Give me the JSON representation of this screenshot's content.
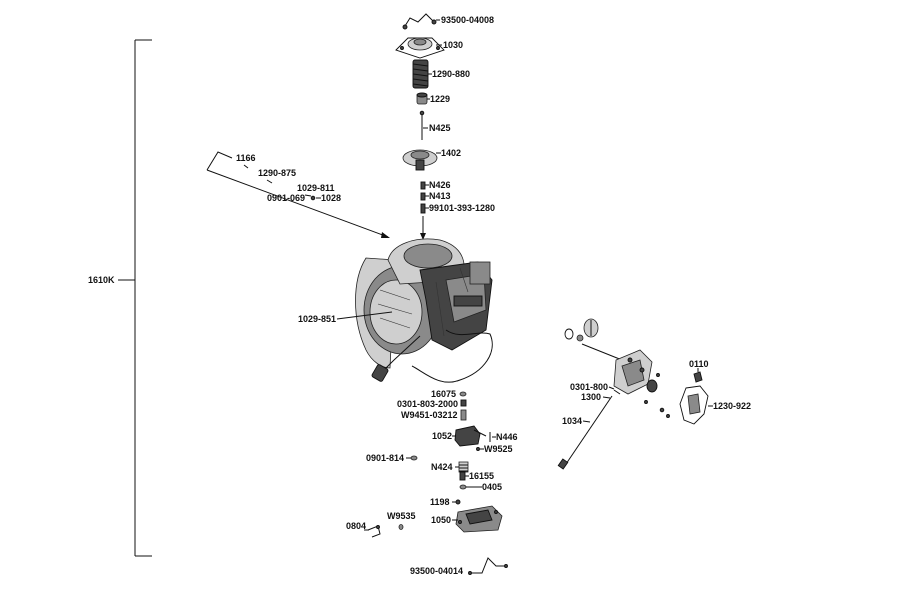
{
  "diagram": {
    "assembly_label": "1610K",
    "parts": {
      "p93500_04008": "93500-04008",
      "p1030": "1030",
      "p1290_880": "1290-880",
      "p1229": "1229",
      "pN425": "N425",
      "p1402": "1402",
      "pN426": "N426",
      "pN413": "N413",
      "p99101": "99101-393-1280",
      "p1166": "1166",
      "p1290_875": "1290-875",
      "p1029_811": "1029-811",
      "p0901_069": "0901-069",
      "p1028": "1028",
      "p1029_851": "1029-851",
      "p16075": "16075",
      "p0301_803": "0301-803-2000",
      "pW9451": "W9451-03212",
      "p1052": "1052",
      "pN446": "N446",
      "pW9525": "W9525",
      "p0901_814": "0901-814",
      "pN424": "N424",
      "p16155": "16155",
      "p0405": "0405",
      "p1198": "1198",
      "p1050": "1050",
      "pW9535": "W9535",
      "p0804": "0804",
      "p93500_04014": "93500-04014",
      "p0110": "0110",
      "p0301_800": "0301-800",
      "p1300": "1300",
      "p1230_922": "1230-922",
      "p1034": "1034"
    }
  }
}
